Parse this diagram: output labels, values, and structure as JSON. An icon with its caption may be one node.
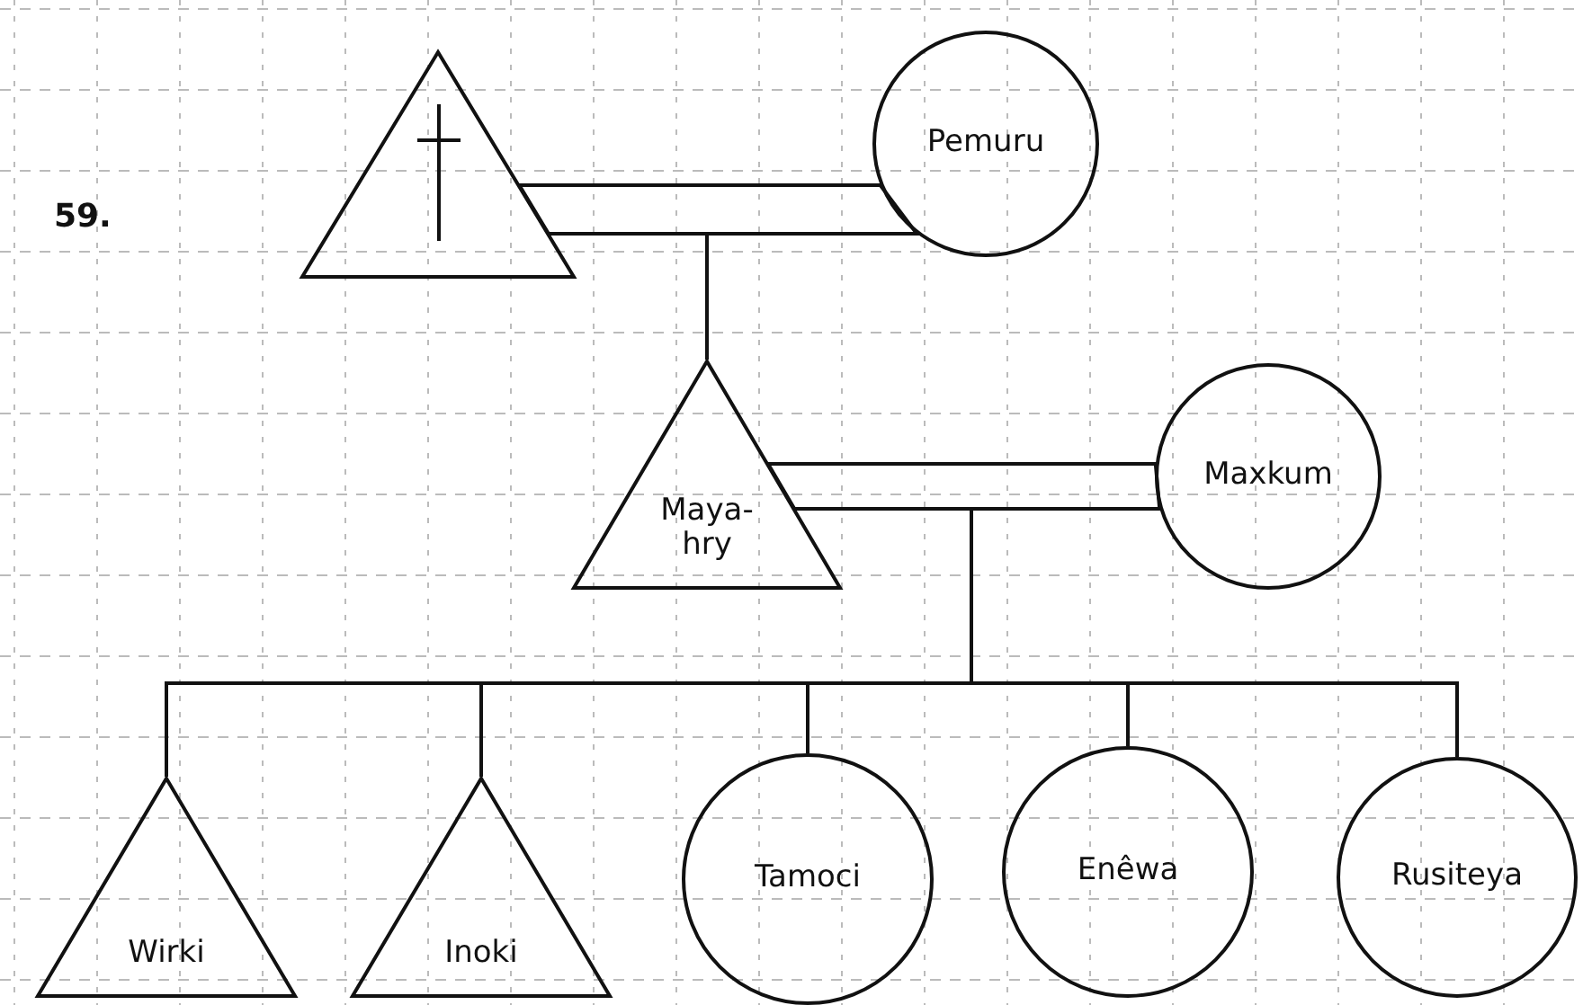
{
  "diagram": {
    "nodes": [
      {
        "text": [],
        "shape": "triangle"
      },
      {
        "text": [
          "Pemuru"
        ]
      },
      {
        "text": [
          "Maya- hry"
        ]
      },
      {
        "text": [
          "Maxkum"
        ]
      },
      {
        "text": [
          "Wirki"
        ]
      },
      {
        "text": [
          "Inoki"
        ]
      },
      {
        "text": [
          "Tamoci"
        ]
      },
      {
        "text": [
          "Enêwa"
        ]
      },
      {
        "text": [
          "Rusiteya"
        ]
      }
    ],
    "edges": [
      {
        "from": 0,
        "to": 1,
        "arrow": "none"
      },
      {
        "from": 0,
        "to": 2,
        "arrow": "none"
      },
      {
        "from": 1,
        "to": 2,
        "arrow": "none"
      },
      {
        "from": 2,
        "to": 3,
        "arrow": "none"
      },
      {
        "from": 2,
        "to": 4,
        "arrow": "none"
      },
      {
        "from": 3,
        "to": 4,
        "arrow": "none"
      },
      {
        "from": 2,
        "to": 5,
        "arrow": "none"
      },
      {
        "from": 3,
        "to": 5,
        "arrow": "none"
      },
      {
        "from": 2,
        "to": 6,
        "arrow": "none"
      },
      {
        "from": 3,
        "to": 6,
        "arrow": "none"
      },
      {
        "from": 2,
        "to": 7,
        "arrow": "none"
      },
      {
        "from": 3,
        "to": 7,
        "arrow": "none"
      },
      {
        "from": 2,
        "to": 8,
        "arrow": "none"
      },
      {
        "from": 3,
        "to": 8,
        "arrow": "none"
      }
    ],
    "labels": [
      "59."
    ]
  }
}
